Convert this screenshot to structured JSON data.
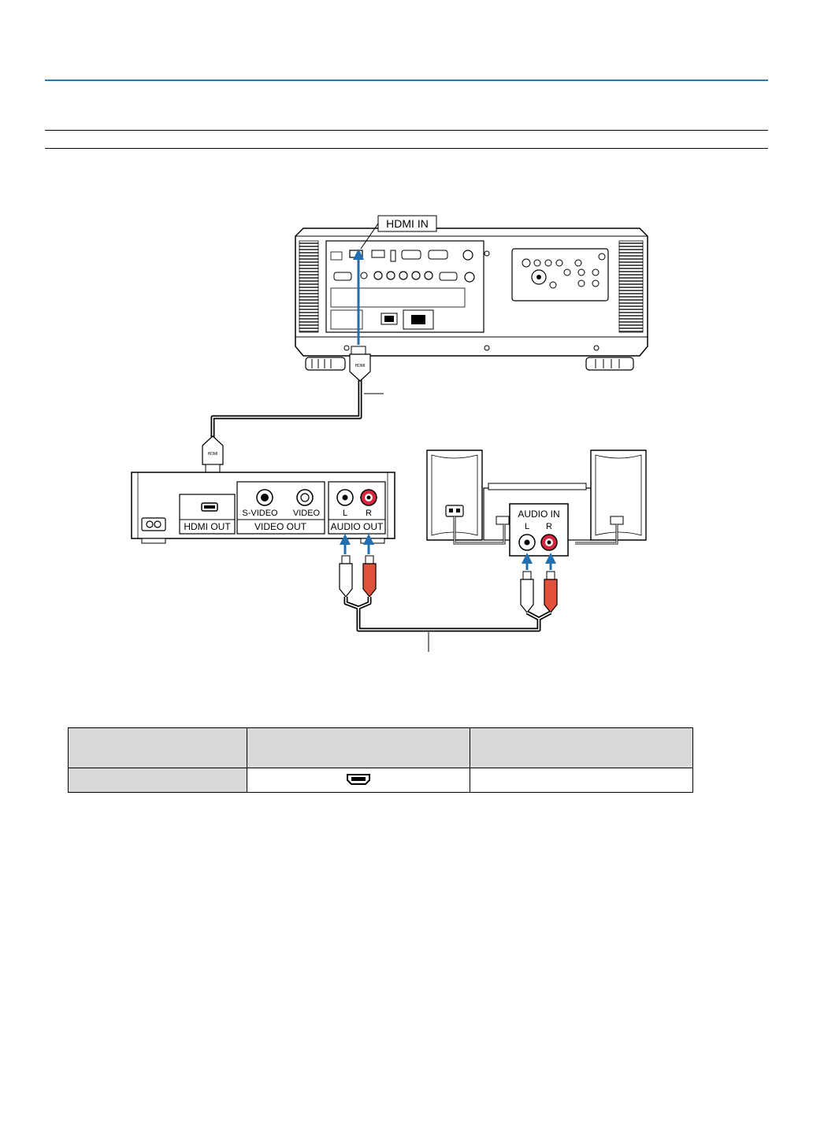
{
  "projector": {
    "port_label": "HDMI IN"
  },
  "source_device": {
    "hdmi_out": "HDMI OUT",
    "s_video": "S-VIDEO",
    "video": "VIDEO",
    "video_out": "VIDEO OUT",
    "audio_l": "L",
    "audio_r": "R",
    "audio_out": "AUDIO OUT"
  },
  "speakers": {
    "audio_in": "AUDIO IN",
    "audio_l": "L",
    "audio_r": "R"
  },
  "cable_plugs": {
    "hdmi_plug_top": "HDMI",
    "hdmi_plug_bottom": "HDMI"
  },
  "colors": {
    "accent_blue": "#1f6fb2",
    "rule_blue": "#2a7ab8",
    "jack_red": "#d7263d",
    "plug_red": "#e0503a",
    "table_header_gray": "#d9d9d9"
  },
  "table": {
    "icons": [
      "hdmi-port-icon"
    ]
  }
}
